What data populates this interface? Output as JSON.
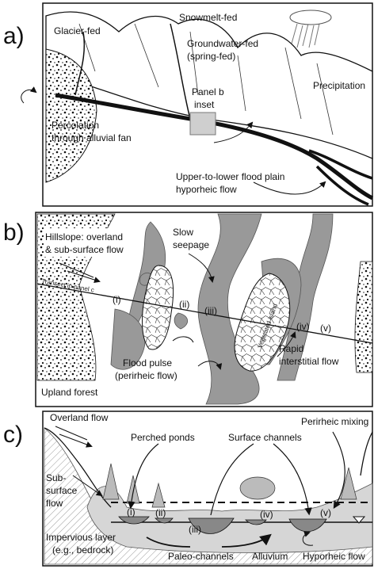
{
  "panel_a": {
    "letter": "a)",
    "labels": {
      "glacier": "Glacier-fed",
      "snowmelt": "Snowmelt-fed",
      "groundwater1": "Groundwater-fed",
      "groundwater2": "(spring-fed)",
      "precipitation": "Precipitation",
      "panelb1": "Panel b",
      "panelb2": "inset",
      "percolation1": "Percolation",
      "percolation2": "through alluvial fan",
      "upper1": "Upper-to-lower flood plain",
      "upper2": "hyporheic flow"
    }
  },
  "panel_b": {
    "letter": "b)",
    "labels": {
      "hillslope1": "Hillslope:  overland",
      "hillslope2": "& sub-surface flow",
      "slow1": "Slow",
      "slow2": "seepage",
      "transect": "Transect in panel c",
      "i": "(i)",
      "ii": "(ii)",
      "iii": "(iii)",
      "iv": "(iv)",
      "v": "(v)",
      "vegetated": "Vegetated island",
      "rapid1": "Rapid",
      "rapid2": "interstitial flow",
      "flood1": "Flood pulse",
      "flood2": "(perirheic flow)",
      "upland": "Upland forest"
    }
  },
  "panel_c": {
    "letter": "c)",
    "labels": {
      "overland": "Overland flow",
      "perched": "Perched ponds",
      "surface": "Surface channels",
      "perirheic": "Perirheic mixing",
      "sub1": "Sub-",
      "sub2": "surface",
      "sub3": "flow",
      "i": "(i)",
      "ii": "(ii)",
      "iii": "(iii)",
      "iv": "(iv)",
      "v": "(v)",
      "impervious1": "Impervious layer",
      "impervious2": "(e.g., bedrock)",
      "paleo": "Paleo-channels",
      "alluvium": "Alluvium",
      "hyporheic": "Hyporheic flow"
    }
  }
}
